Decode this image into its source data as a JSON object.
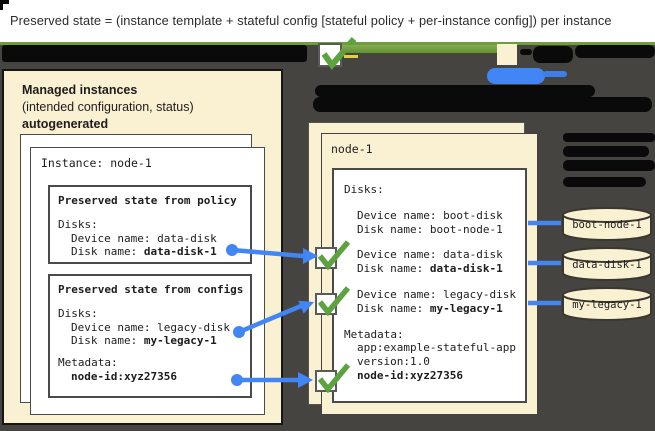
{
  "banner": {
    "text": "Preserved state = (instance template + stateful config [stateful policy + per-instance config]) per instance"
  },
  "left_panel": {
    "title": "Managed instances",
    "subtitle": "(intended configuration, status)",
    "autogenerated": "autogenerated",
    "card_title": "Instance: node-1",
    "policy_box": {
      "title": "Preserved state from policy",
      "disks_label": "Disks:",
      "device_line": "Device name: data-disk",
      "disk_label": "Disk name: ",
      "disk_value": "data-disk-1"
    },
    "configs_box": {
      "title": "Preserved state from configs",
      "disks_label": "Disks:",
      "device_line": "Device name: legacy-disk",
      "disk_label": "Disk name: ",
      "disk_value": "my-legacy-1",
      "metadata_label": "Metadata:",
      "metadata_value": "node-id:xyz27356"
    }
  },
  "right_panel": {
    "title": "node-1",
    "disks_label": "Disks:",
    "boot": {
      "device_line": "Device name: boot-disk",
      "disk_line": "Disk name: boot-node-1"
    },
    "data": {
      "device_line": "Device name: data-disk",
      "disk_label": "Disk name: ",
      "disk_value": "data-disk-1"
    },
    "legacy": {
      "device_line": "Device name: legacy-disk",
      "disk_label": "Disk name: ",
      "disk_value": "my-legacy-1"
    },
    "metadata": {
      "label": "Metadata:",
      "app": "app:example-stateful-app",
      "version": "version:1.0",
      "nodeid": "node-id:xyz27356"
    }
  },
  "cylinders": [
    {
      "label": "boot-node-1"
    },
    {
      "label": "data-disk-1"
    },
    {
      "label": "my-legacy-1"
    }
  ],
  "icons": {
    "checkmark_icon": "✓",
    "disk_icon": "cylinder/database shape"
  },
  "colors": {
    "background_dark": "#454441",
    "panel_cream": "#faf0d2",
    "accent_blue": "#4285f4",
    "check_green": "#5ca340",
    "banner_green": "#6f9d3d",
    "redaction_black": "#0a0a0a"
  }
}
